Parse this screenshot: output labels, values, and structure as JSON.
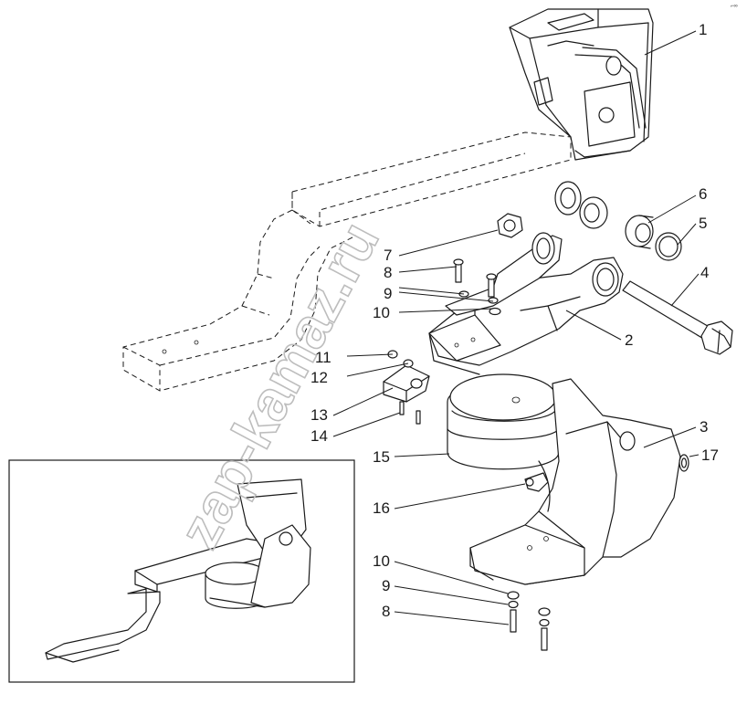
{
  "watermark": "zap-kamaz.ru",
  "corner_mark": "⌐∞",
  "callouts": {
    "c1": "1",
    "c2": "2",
    "c3": "3",
    "c4": "4",
    "c5": "5",
    "c6": "6",
    "c7": "7",
    "c8a": "8",
    "c9a": "9",
    "c10a": "10",
    "c11": "11",
    "c12": "12",
    "c13": "13",
    "c14": "14",
    "c15": "15",
    "c16": "16",
    "c17": "17",
    "c10b": "10",
    "c9b": "9",
    "c8b": "8"
  }
}
